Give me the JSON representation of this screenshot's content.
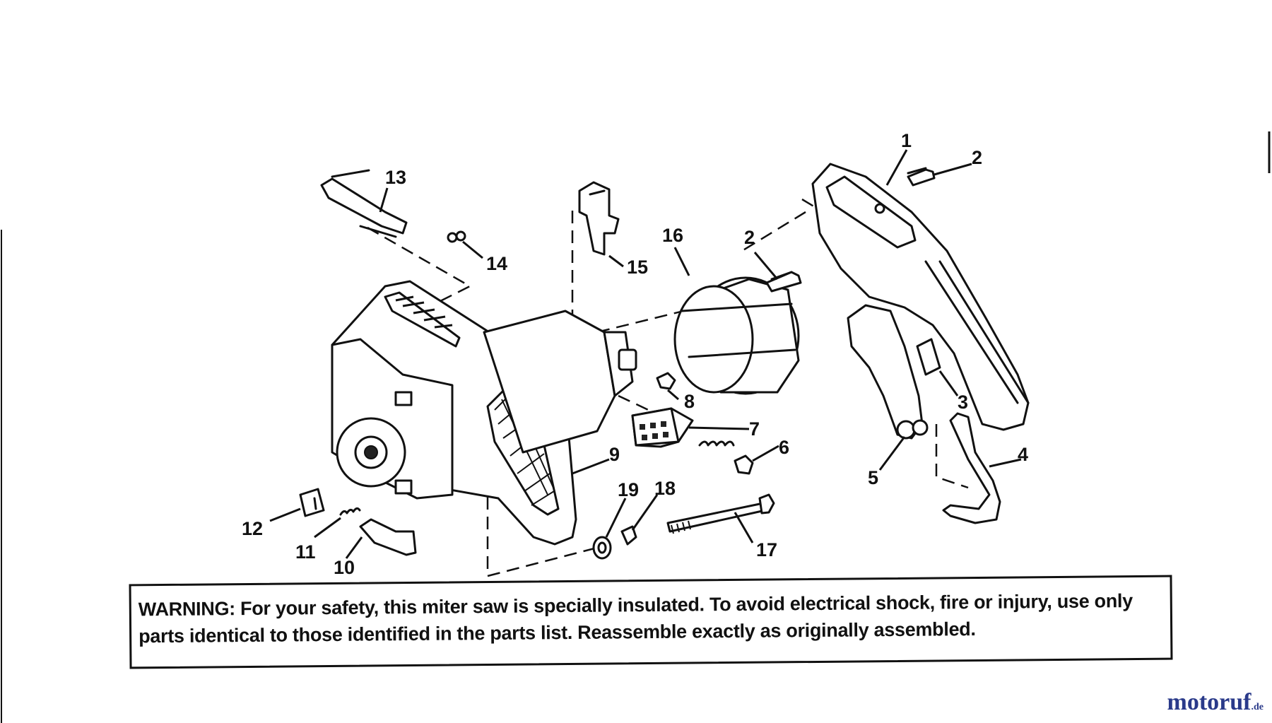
{
  "labels": {
    "p1": "1",
    "p2a": "2",
    "p2b": "2",
    "p3": "3",
    "p4": "4",
    "p5": "5",
    "p6": "6",
    "p7": "7",
    "p8": "8",
    "p9": "9",
    "p10": "10",
    "p11": "11",
    "p12": "12",
    "p13": "13",
    "p14": "14",
    "p15": "15",
    "p16": "16",
    "p17": "17",
    "p18": "18",
    "p19": "19"
  },
  "warning": "WARNING: For your safety, this miter saw is specially insulated. To avoid electrical shock, fire or injury, use only parts identical to those identified in the parts list. Reassemble exactly as originally assembled.",
  "watermark": {
    "name_a": "moto",
    "name_b": "ruf",
    "tld": ".de"
  }
}
